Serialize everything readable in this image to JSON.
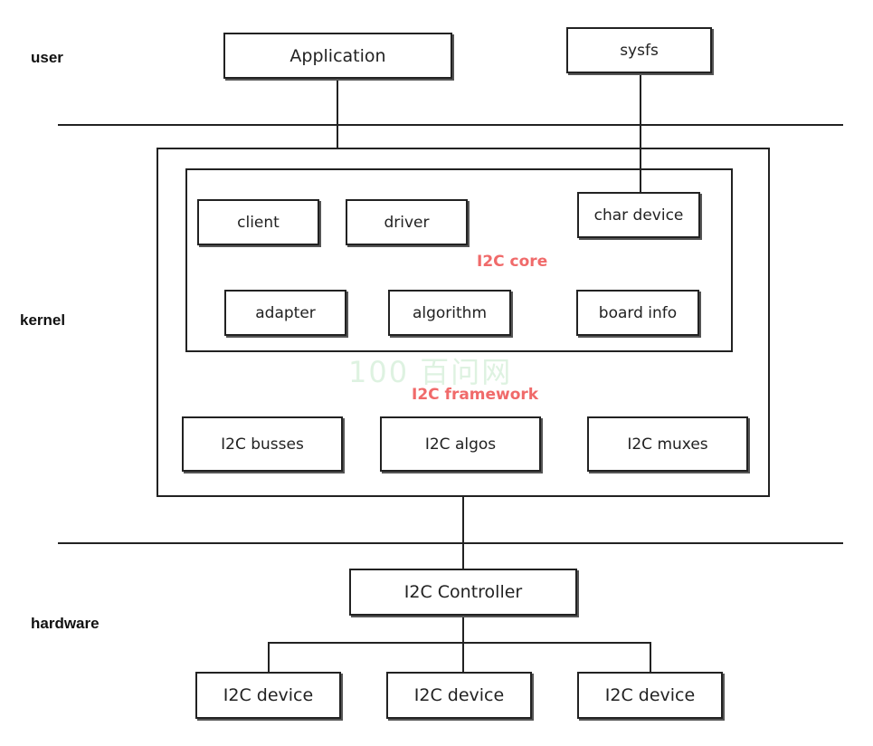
{
  "layers": {
    "user": "user",
    "kernel": "kernel",
    "hardware": "hardware"
  },
  "user_space": {
    "application": "Application",
    "sysfs": "sysfs"
  },
  "i2c_core": {
    "title": "I2C core",
    "client": "client",
    "driver": "driver",
    "char_device": "char device",
    "adapter": "adapter",
    "algorithm": "algorithm",
    "board_info": "board info"
  },
  "i2c_framework": {
    "title": "I2C framework",
    "busses": "I2C busses",
    "algos": "I2C algos",
    "muxes": "I2C muxes"
  },
  "hardware": {
    "controller": "I2C Controller",
    "devices": [
      "I2C device",
      "I2C device",
      "I2C device"
    ]
  },
  "colors": {
    "label_red": "#f06a6a",
    "line": "#222222"
  }
}
